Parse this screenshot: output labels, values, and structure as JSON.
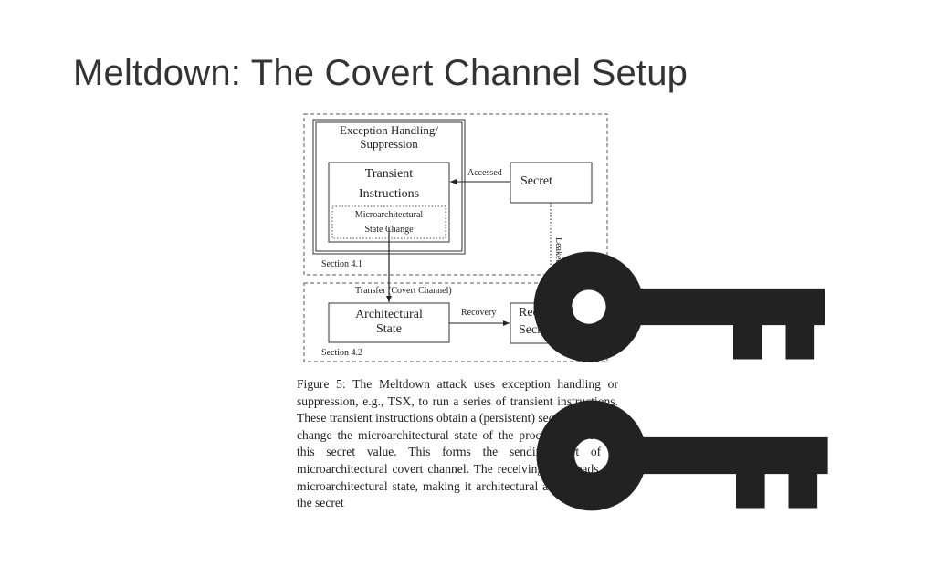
{
  "slide": {
    "title": "Meltdown: The Covert Channel Setup"
  },
  "diagram": {
    "exception_box": "Exception Handling/\nSuppression",
    "transient_box": "Transient\nInstructions",
    "microarch_box": "Microarchitectural\nState Change",
    "secret_box": "Secret",
    "accessed_label": "Accessed",
    "leaked_label": "Leaked",
    "section_top": "Section 4.1",
    "transfer_label": "Transfer (Covert Channel)",
    "arch_state_box": "Architectural\nState",
    "recovery_label": "Recovery",
    "recovered_secret_top": "Recovered",
    "recovered_secret_bottom": "Secret",
    "section_bottom": "Section 4.2",
    "key_icon": "key-icon"
  },
  "caption": {
    "text": "Figure 5: The Meltdown attack uses exception handling or suppression, e.g., TSX, to run a series of transient instructions. These transient instructions obtain a (persistent) secret value and change the microarchitectural state of the processor based on this secret value. This forms the sending part of a microarchitectural covert channel. The receiving side reads the microarchitectural state, making it architectural and recovering the secret"
  }
}
